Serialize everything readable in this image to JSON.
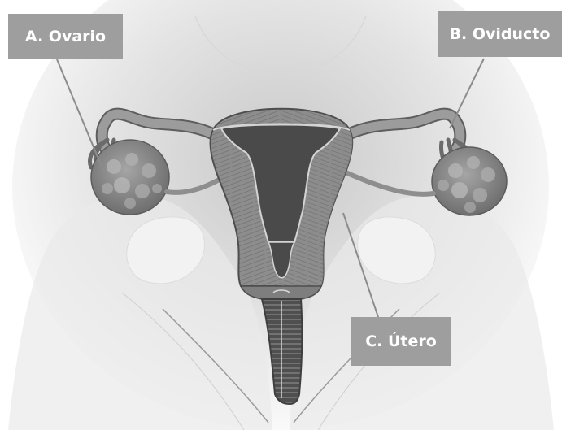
{
  "labels": {
    "ovary": "A. Ovario",
    "oviduct": "B. Oviducto",
    "uterus": "C. Útero"
  },
  "colors": {
    "label_background": "#9e9e9e",
    "label_text": "#ffffff",
    "organ_dark": "#555555",
    "organ_mid": "#8a8a8a",
    "leader_line": "#8c8c8c"
  }
}
